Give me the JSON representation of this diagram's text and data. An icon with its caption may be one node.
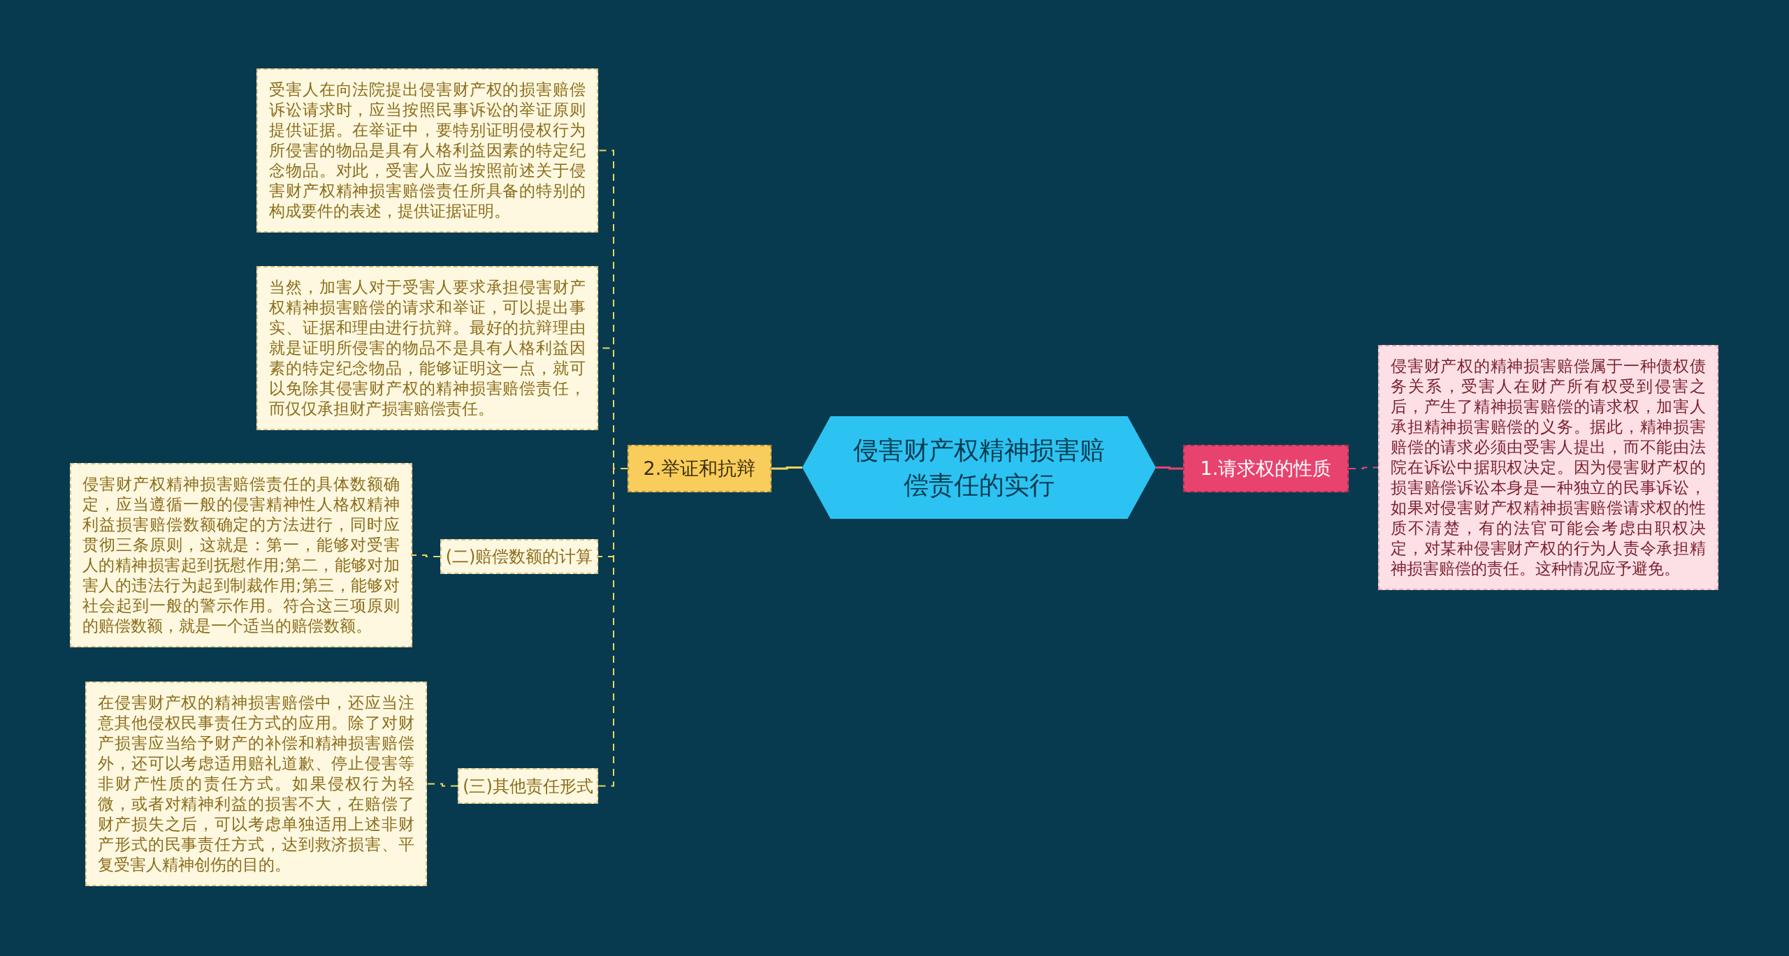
{
  "diagram": {
    "nodes": [
      {
        "text": [
          "侵害财产权精神损害赔偿责任的实行"
        ]
      },
      {
        "text": [
          "1.请求权的性质"
        ]
      },
      {
        "text": [
          "侵害财产权的精神损害赔偿属于一种债权债务关系，受害人在财产所有权受到侵害之后，产生了精神损害赔偿的请求权，加害人承担精神损害赔偿的义务。据此，精神损害赔偿的请求必须由受害人提出，而不能由法院在诉讼中据职权决定。因为侵害财产权的损害赔偿诉讼本身是一种独立的民事诉讼，如果对侵害财产权精神损害赔偿请求权的性质不清楚，有的法官可能会考虑由职权决定，对某种侵害财产权的行为人责令承担精神损害赔偿的责任。这种情况应予避免。"
        ]
      },
      {
        "text": [
          "2.举证和抗辩"
        ]
      },
      {
        "text": [
          "受害人在向法院提出侵害财产权的损害赔偿诉讼请求时，应当按照民事诉讼的举证原则提供证据。在举证中，要特别证明侵权行为所侵害的物品是具有人格利益因素的特定纪念物品。对此，受害人应当按照前述关于侵害财产权精神损害赔偿责任所具备的特别的构成要件的表述，提供证据证明。"
        ]
      },
      {
        "text": [
          "当然，加害人对于受害人要求承担侵害财产权精神损害赔偿的请求和举证，可以提出事实、证据和理由进行抗辩。最好的抗辩理由就是证明所侵害的物品不是具有人格利益因素的特定纪念物品，能够证明这一点，就可以免除其侵害财产权的精神损害赔偿责任，而仅仅承担财产损害赔偿责任。"
        ]
      },
      {
        "text": [
          "(二)赔偿数额的计算"
        ]
      },
      {
        "text": [
          "侵害财产权精神损害赔偿责任的具体数额确定，应当遵循一般的侵害精神性人格权精神利益损害赔偿数额确定的方法进行，同时应贯彻三条原则，这就是：第一，能够对受害人的精神损害起到抚慰作用;第二，能够对加害人的违法行为起到制裁作用;第三，能够对社会起到一般的警示作用。符合这三项原则的赔偿数额，就是一个适当的赔偿数额。"
        ]
      },
      {
        "text": [
          "(三)其他责任形式"
        ]
      },
      {
        "text": [
          "在侵害财产权的精神损害赔偿中，还应当注意其他侵权民事责任方式的应用。除了对财产损害应当给予财产的补偿和精神损害赔偿外，还可以考虑适用赔礼道歉、停止侵害等非财产性质的责任方式。如果侵权行为轻微，或者对精神利益的损害不大，在赔偿了财产损失之后，可以考虑单独适用上述非财产形式的民事责任方式，达到救济损害、平复受害人精神创伤的目的。"
        ]
      }
    ],
    "edges": [
      {
        "from": 0,
        "to": 1,
        "arrow": "none",
        "color": "#e8436f"
      },
      {
        "from": 1,
        "to": 2,
        "arrow": "none",
        "style": "dashed",
        "color": "#e8436f"
      },
      {
        "from": 0,
        "to": 3,
        "arrow": "none"
      },
      {
        "from": 3,
        "to": 4,
        "arrow": "none",
        "style": "dashed"
      },
      {
        "from": 3,
        "to": 5,
        "arrow": "none",
        "style": "dashed"
      },
      {
        "from": 3,
        "to": 6,
        "arrow": "none",
        "style": "dashed"
      },
      {
        "from": 3,
        "to": 8,
        "arrow": "none",
        "style": "dashed"
      },
      {
        "from": 6,
        "to": 7,
        "arrow": "none",
        "style": "dashed"
      },
      {
        "from": 8,
        "to": 9,
        "arrow": "none",
        "style": "dashed"
      }
    ]
  }
}
